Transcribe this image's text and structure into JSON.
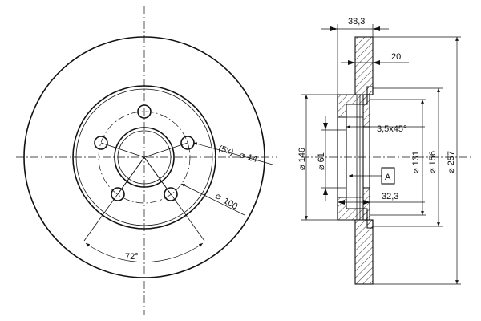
{
  "front_view": {
    "bolt_holes": {
      "label": "(5x)",
      "diameter_symbol": "⌀",
      "diameter_value": "14"
    },
    "pitch_circle": {
      "diameter_symbol": "⌀",
      "diameter_value": "100"
    },
    "bolt_angle": {
      "label": "72°"
    }
  },
  "section_view": {
    "total_thickness": "38,3",
    "disc_thickness": "20",
    "chamfer": "3,5x45°",
    "datum": "A",
    "hat_depth": "32,3",
    "diameters": {
      "d146": "⌀ 146",
      "d61": "⌀ 61",
      "d131": "⌀ 131",
      "d156": "⌀ 156",
      "d257": "⌀ 257"
    }
  }
}
